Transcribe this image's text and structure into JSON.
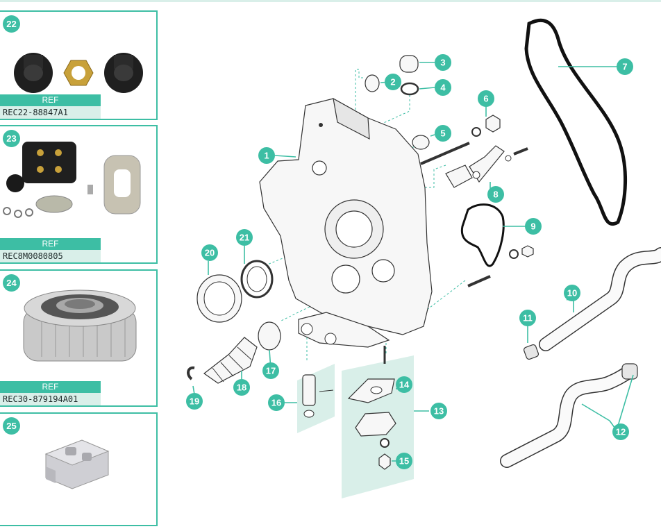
{
  "cards": [
    {
      "num": "22",
      "ref_label": "REF",
      "ref_code": "REC22-88847A1"
    },
    {
      "num": "23",
      "ref_label": "REF",
      "ref_code": "REC8M0080805"
    },
    {
      "num": "24",
      "ref_label": "REF",
      "ref_code": "REC30-879194A01"
    },
    {
      "num": "25"
    }
  ],
  "callouts": [
    "1",
    "2",
    "3",
    "4",
    "5",
    "6",
    "7",
    "8",
    "9",
    "10",
    "11",
    "12",
    "13",
    "14",
    "15",
    "16",
    "17",
    "18",
    "19",
    "20",
    "21"
  ],
  "colors": {
    "accent": "#3dbea4",
    "accent_light": "#d9efe9"
  }
}
